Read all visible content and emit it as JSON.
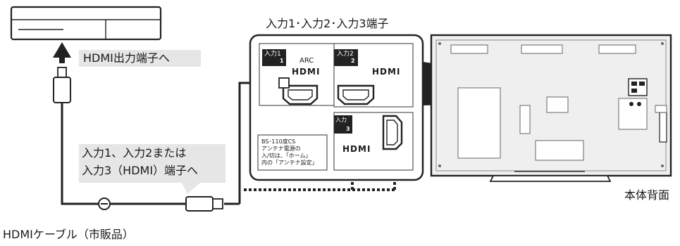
{
  "labels": {
    "hdmi_out": "HDMI出力端子へ",
    "dest_line1": "入力1、入力2または",
    "dest_line2": "入力3（HDMI）端子へ",
    "cable": "HDMIケーブル（市販品）",
    "terminals_title": "入力1･入力2･入力3端子",
    "tv_back": "本体背面"
  },
  "panel": {
    "input1_tag": "入力1",
    "input1_num": "1",
    "arc": "ARC",
    "input2_tag": "入力2",
    "input2_num": "2",
    "input3_tag": "入力",
    "input3_num": "3",
    "hdmi_logo": "HDMI",
    "note_line1": "BS･110度CS",
    "note_line2": "アンテナ電源の",
    "note_line3": "入/切は、「ホーム」",
    "note_line4": "内の「アンテナ設定」"
  }
}
